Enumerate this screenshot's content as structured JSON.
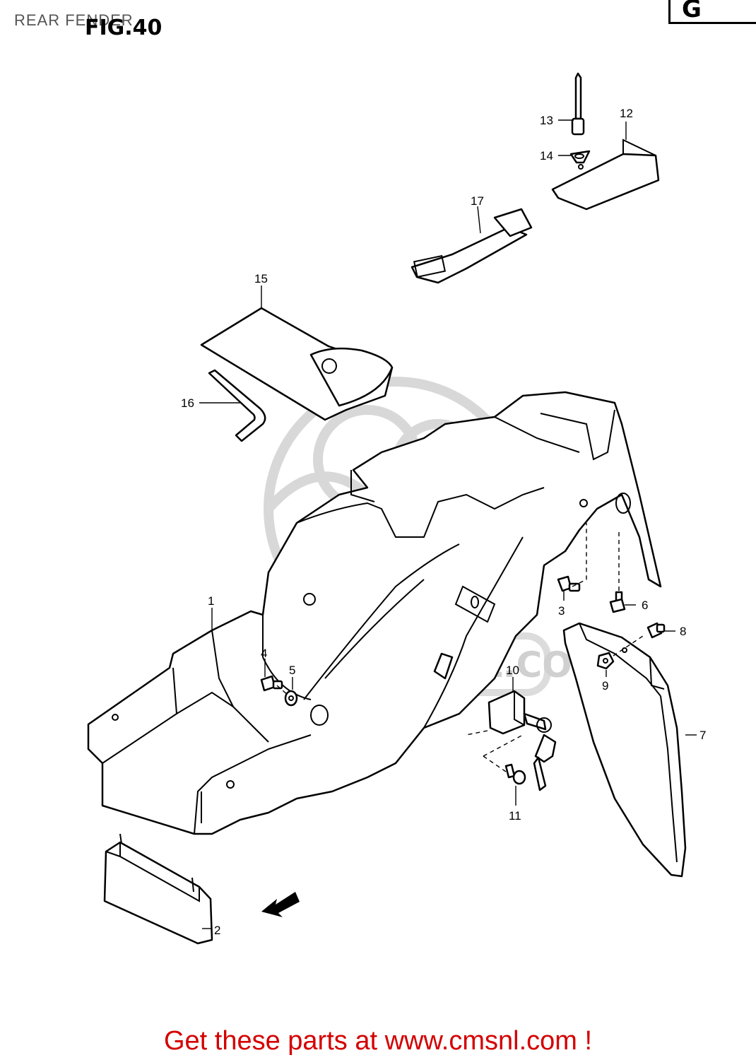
{
  "header": {
    "title": "REAR FENDER",
    "figure": "FIG.40",
    "region_code": "G"
  },
  "watermark": {
    "text": "WWW.CMSNL.COM"
  },
  "callouts": {
    "p1": "1",
    "p2": "2",
    "p3": "3",
    "p4": "4",
    "p5": "5",
    "p6": "6",
    "p7": "7",
    "p8": "8",
    "p9": "9",
    "p10": "10",
    "p11": "11",
    "p12": "12",
    "p13": "13",
    "p14": "14",
    "p15": "15",
    "p16": "16",
    "p17": "17"
  },
  "footer": {
    "link_text": "Get these parts at www.cmsnl.com !",
    "link_color": "#d40000"
  }
}
